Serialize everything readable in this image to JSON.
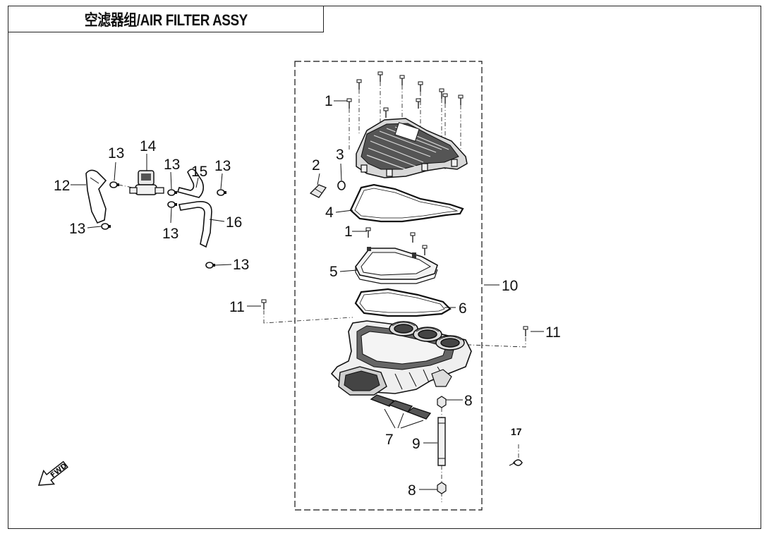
{
  "title": "空滤器组/AIR FILTER ASSY",
  "fwd_label": "FWD",
  "callouts": {
    "c1a": "1",
    "c1b": "1",
    "c2": "2",
    "c3": "3",
    "c4": "4",
    "c5": "5",
    "c6": "6",
    "c7": "7",
    "c8a": "8",
    "c8b": "8",
    "c9": "9",
    "c10": "10",
    "c11a": "11",
    "c11b": "11",
    "c12": "12",
    "c13a": "13",
    "c13b": "13",
    "c13c": "13",
    "c13d": "13",
    "c13e": "13",
    "c13f": "13",
    "c14": "14",
    "c15": "15",
    "c16": "16",
    "c17": "17"
  },
  "colors": {
    "line": "#111111",
    "part_fill": "#f2f2f2",
    "part_dark": "#3a3a3a"
  }
}
